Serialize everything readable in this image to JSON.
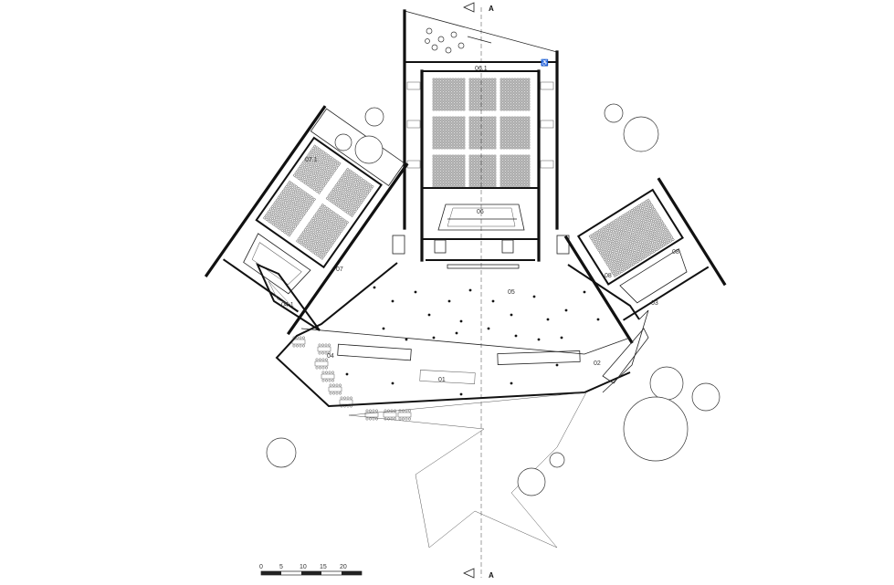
{
  "section_marks": {
    "top": "A",
    "bottom": "A"
  },
  "room_labels": {
    "r01": "01",
    "r02": "02",
    "r03": "03",
    "r04": "04",
    "r04_1": "04.1",
    "r05": "05",
    "r06": "06",
    "r06_1": "06.1",
    "r07": "07",
    "r07_1": "07.1",
    "r08": "08",
    "r08_1": "08"
  },
  "scale_bar": {
    "ticks": [
      "0",
      "5",
      "10",
      "15",
      "20"
    ]
  },
  "icons": [
    "section-arrow-icon",
    "tree-icon",
    "accessible-wc-icon",
    "scale-bar-icon"
  ]
}
